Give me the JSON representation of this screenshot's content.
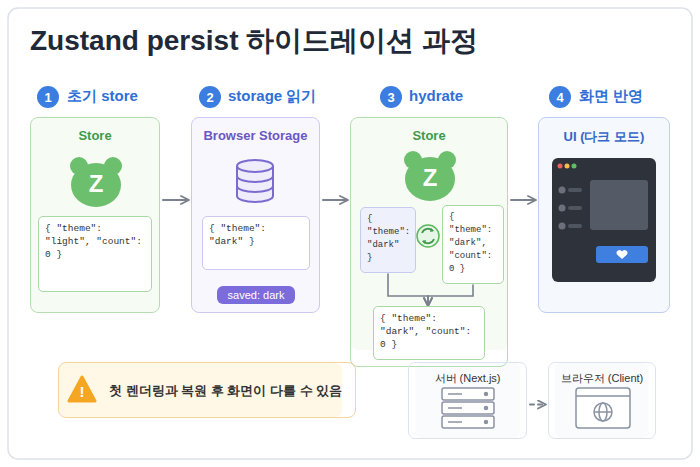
{
  "diagram": {
    "title": "Zustand persist 하이드레이션 과정",
    "nodes": [
      {
        "text": [
          "1"
        ]
      },
      {
        "text": [
          "초기 store",
          "Store"
        ]
      },
      {
        "text": [
          "Z"
        ],
        "in": 1
      },
      {
        "text": [
          "{ \"theme\": \"light\", \"count\": 0 }"
        ],
        "in": 1
      },
      {
        "text": [
          "2"
        ]
      },
      {
        "text": [
          "storage 읽기",
          "Browser Storage"
        ]
      },
      {
        "text": [
          "{ \"theme\": \"dark\" }"
        ],
        "in": 5
      },
      {
        "text": [
          "saved: dark"
        ],
        "in": 5
      },
      {
        "text": [
          "3"
        ]
      },
      {
        "text": [
          "hydrate",
          "Store"
        ]
      },
      {
        "text": [
          "Z"
        ],
        "in": 9
      },
      {
        "text": [
          "{ \"theme\": \"dark\" }"
        ],
        "in": 9
      },
      {
        "text": [
          "{ \"theme\": \"dark\", \"count\": 0 }"
        ],
        "in": 9
      },
      {
        "text": [
          "{ \"theme\": \"dark\", \"count\": 0 }"
        ],
        "in": 9
      },
      {
        "text": [
          "4"
        ]
      },
      {
        "text": [
          "화면 반영",
          "UI (다크 모드)"
        ]
      },
      {
        "text": [
          "첫 렌더링과 복원 후 화면이 다를 수 있음"
        ]
      },
      {
        "text": [
          "서버 (Next.js)"
        ]
      },
      {
        "text": [
          "브라우저 (Client)"
        ]
      }
    ],
    "edges": [
      {
        "from": 1,
        "to": 5,
        "arrow": "to"
      },
      {
        "from": 5,
        "to": 9,
        "arrow": "to"
      },
      {
        "from": 9,
        "to": 15,
        "arrow": "to"
      },
      {
        "from": 11,
        "to": 13,
        "arrow": "to"
      },
      {
        "from": 12,
        "to": 13,
        "arrow": "to"
      },
      {
        "from": 17,
        "to": 18,
        "arrow": "to"
      }
    ],
    "labels": [
      "!"
    ]
  }
}
